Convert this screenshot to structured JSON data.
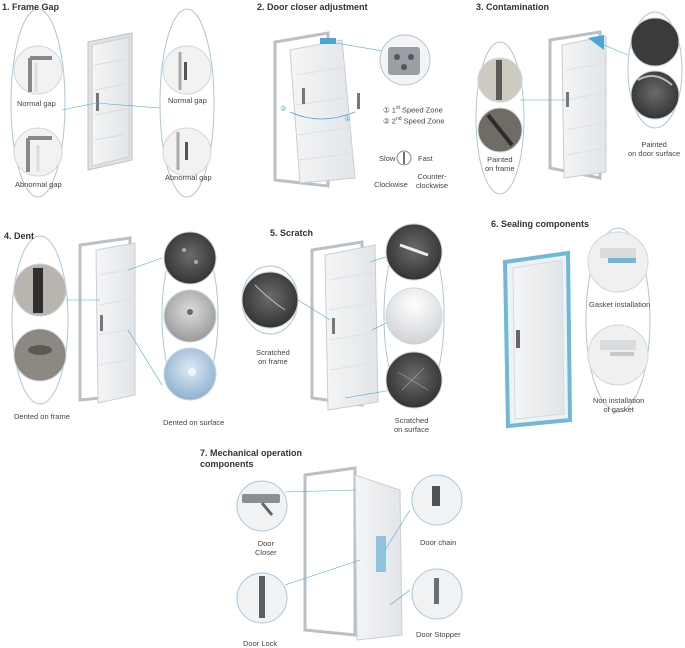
{
  "sections": {
    "frame_gap": {
      "title": "1. Frame Gap",
      "labels": {
        "normal_left": "Normal gap",
        "abnormal_left": "Abnormal gap",
        "normal_right": "Normal gap",
        "abnormal_right": "Abnormal gap"
      }
    },
    "door_closer": {
      "title": "2. Door closer adjustment",
      "labels": {
        "marker_1": "①",
        "marker_2": "②",
        "speed_1_prefix": "① 1",
        "speed_1_sup": "st",
        "speed_1_suffix": " Speed Zone",
        "speed_2_prefix": "② 2",
        "speed_2_sup": "nd",
        "speed_2_suffix": " Speed Zone",
        "slow": "Slow",
        "fast": "Fast",
        "clockwise": "Clockwise",
        "counter_clockwise": "Counter-\nclockwise"
      }
    },
    "contamination": {
      "title": "3. Contamination",
      "labels": {
        "frame": "Painted\non frame",
        "surface": "Painted\non door surface"
      }
    },
    "dent": {
      "title": "4. Dent",
      "labels": {
        "frame": "Dented on frame",
        "surface": "Dented on surface"
      }
    },
    "scratch": {
      "title": "5. Scratch",
      "labels": {
        "frame": "Scratched\non frame",
        "surface": "Scratched\non surface"
      }
    },
    "sealing": {
      "title": "6. Sealing components",
      "labels": {
        "installed": "Gasket installation",
        "missing": "Non installation\nof gasket"
      }
    },
    "mechanical": {
      "title": "7. Mechanical operation\ncomponents",
      "labels": {
        "closer": "Door\nCloser",
        "chain": "Door chain",
        "lock": "Door Lock",
        "stopper": "Door Stopper"
      }
    }
  },
  "colors": {
    "accent": "#4aa6d6",
    "gasket": "#6fb8d8",
    "outline": "#9ab8cc"
  }
}
